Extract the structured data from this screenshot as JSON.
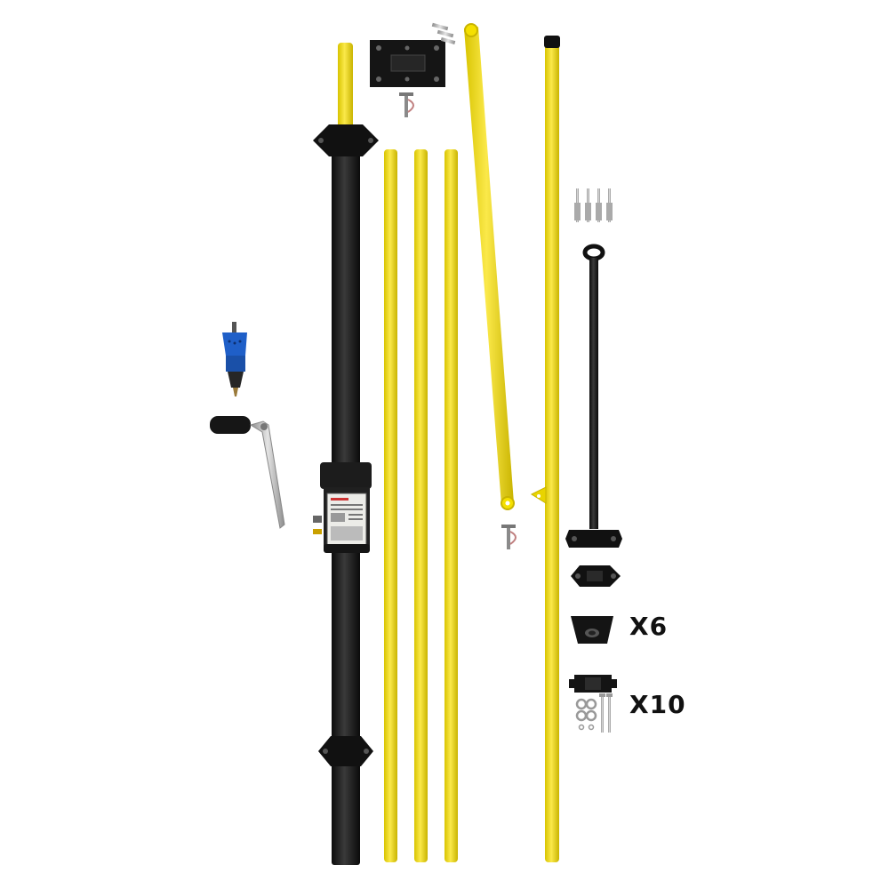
{
  "labels": {
    "bracket_qty": "X6",
    "clamp_qty": "X10"
  },
  "colors": {
    "background": "#ffffff",
    "pole_yellow": "#f5e000",
    "pole_black": "#1a1a1a",
    "rivet_tool_blue": "#1f5fc8",
    "hardware_gray": "#b9b9b9"
  },
  "icons": [
    "mast-pole",
    "winch",
    "crank-handle",
    "rivet-tool",
    "mounting-plate",
    "pin",
    "bolt",
    "bracket",
    "clamp"
  ]
}
